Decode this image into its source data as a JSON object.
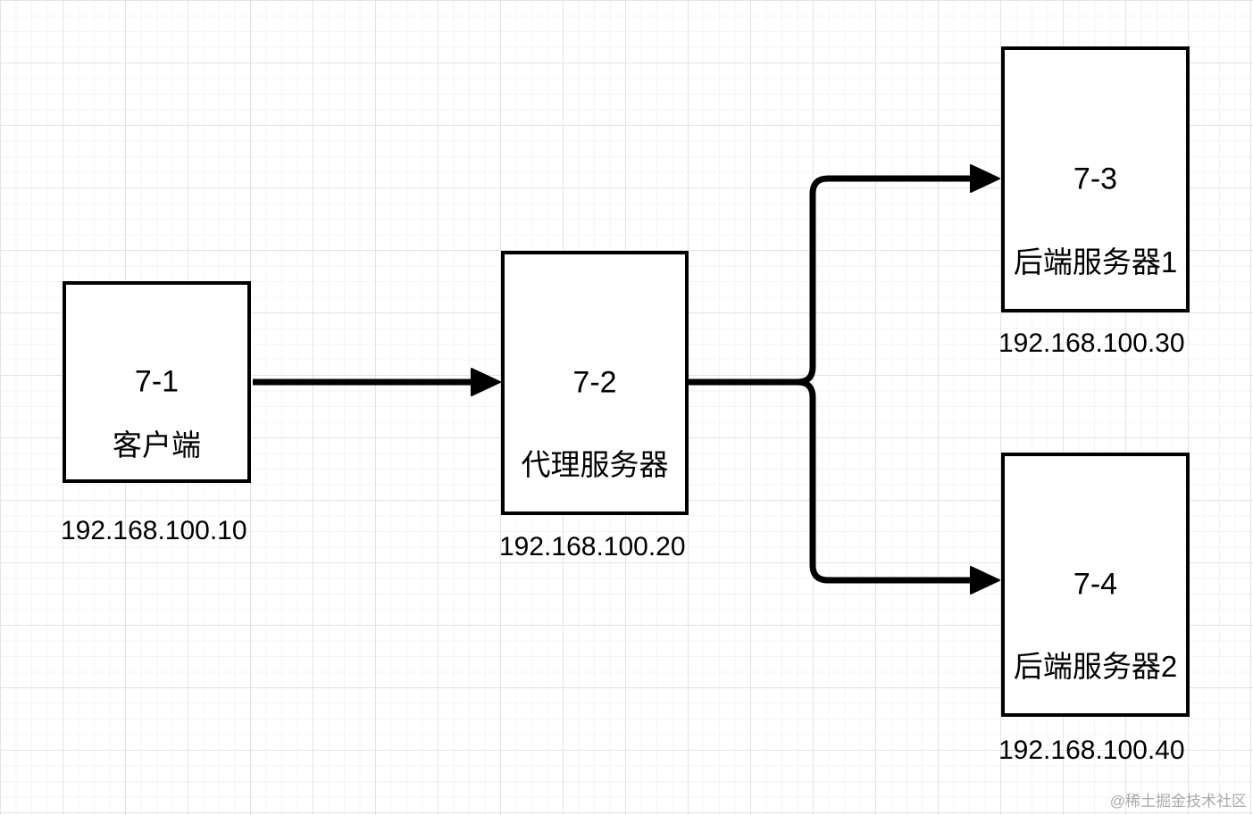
{
  "diagram": {
    "nodes": [
      {
        "id": "client",
        "label": "7-1",
        "name": "客户端",
        "ip": "192.168.100.10"
      },
      {
        "id": "proxy",
        "label": "7-2",
        "name": "代理服务器",
        "ip": "192.168.100.20"
      },
      {
        "id": "backend1",
        "label": "7-3",
        "name": "后端服务器1",
        "ip": "192.168.100.30"
      },
      {
        "id": "backend2",
        "label": "7-4",
        "name": "后端服务器2",
        "ip": "192.168.100.40"
      }
    ],
    "edges": [
      {
        "from": "7-1 客户端",
        "to": "7-2 代理服务器"
      },
      {
        "from": "7-2 代理服务器",
        "to": "7-3 后端服务器1"
      },
      {
        "from": "7-2 代理服务器",
        "to": "7-4 后端服务器2"
      }
    ]
  },
  "watermark": {
    "text": "@稀土掘金技术社区"
  },
  "colors": {
    "line": "#000000",
    "box_border": "#000000",
    "box_fill": "#ffffff",
    "text": "#000000",
    "watermark": "#ababab",
    "grid_minor": "#f4f4f4",
    "grid_major": "#e3e3e3",
    "background": "#ffffff"
  }
}
